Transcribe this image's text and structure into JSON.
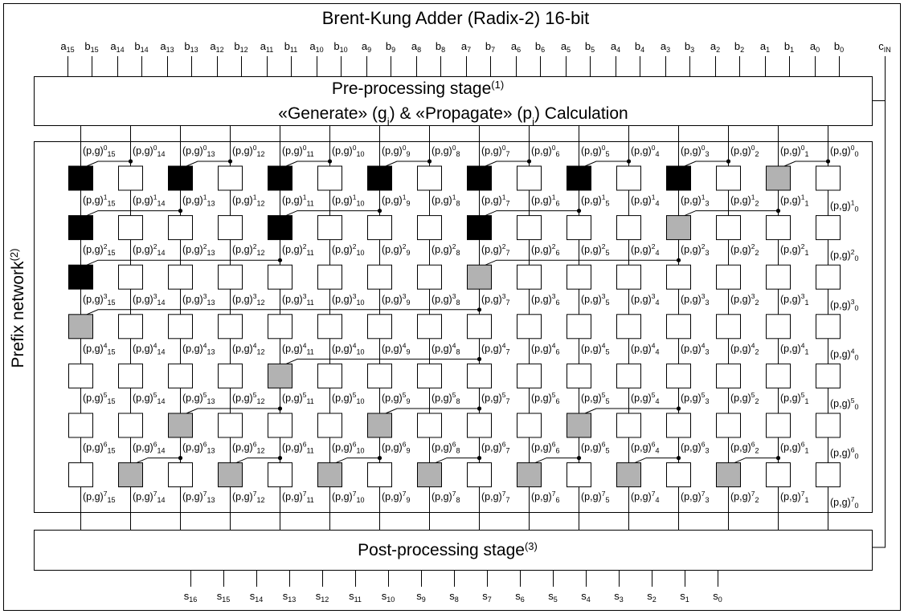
{
  "title": "Brent-Kung Adder (Radix-2) 16-bit",
  "inputs": {
    "a_prefix": "a",
    "b_prefix": "b",
    "bits": [
      "15",
      "14",
      "13",
      "12",
      "11",
      "10",
      "9",
      "8",
      "7",
      "6",
      "5",
      "4",
      "3",
      "2",
      "1",
      "0"
    ],
    "cin_main": "c",
    "cin_sub": "IN"
  },
  "preprocessing": {
    "line1_text": "Pre-processing stage",
    "line1_note": "(1)",
    "line2_a": "«Generate» (g",
    "line2_a_sub": "i",
    "line2_b": ") & «Propagate» (p",
    "line2_b_sub": "i",
    "line2_c": ") Calculation"
  },
  "prefix_network": {
    "label": "Prefix network",
    "note": "(2)",
    "signal_base": "(p,g)",
    "levels": [
      "0",
      "1",
      "2",
      "3",
      "4",
      "5",
      "6",
      "7"
    ],
    "columns": [
      "15",
      "14",
      "13",
      "12",
      "11",
      "10",
      "9",
      "8",
      "7",
      "6",
      "5",
      "4",
      "3",
      "2",
      "1",
      "0"
    ]
  },
  "postprocessing": {
    "text": "Post-processing stage",
    "note": "(3)"
  },
  "outputs": {
    "prefix": "s",
    "bits": [
      "16",
      "15",
      "14",
      "13",
      "12",
      "11",
      "10",
      "9",
      "8",
      "7",
      "6",
      "5",
      "4",
      "3",
      "2",
      "1",
      "0"
    ]
  },
  "legend_colors": {
    "black_cell": "#000000",
    "gray_cell": "#b2b2b2",
    "white_cell": "#ffffff"
  },
  "cells": [
    {
      "row": 1,
      "col": 15,
      "type": "black"
    },
    {
      "row": 1,
      "col": 13,
      "type": "black"
    },
    {
      "row": 1,
      "col": 11,
      "type": "black"
    },
    {
      "row": 1,
      "col": 9,
      "type": "black"
    },
    {
      "row": 1,
      "col": 7,
      "type": "black"
    },
    {
      "row": 1,
      "col": 5,
      "type": "black"
    },
    {
      "row": 1,
      "col": 3,
      "type": "black"
    },
    {
      "row": 1,
      "col": 1,
      "type": "gray"
    },
    {
      "row": 2,
      "col": 15,
      "type": "black"
    },
    {
      "row": 2,
      "col": 11,
      "type": "black"
    },
    {
      "row": 2,
      "col": 7,
      "type": "black"
    },
    {
      "row": 2,
      "col": 3,
      "type": "gray"
    },
    {
      "row": 3,
      "col": 15,
      "type": "black"
    },
    {
      "row": 3,
      "col": 7,
      "type": "gray"
    },
    {
      "row": 4,
      "col": 15,
      "type": "gray"
    },
    {
      "row": 5,
      "col": 11,
      "type": "gray"
    },
    {
      "row": 6,
      "col": 13,
      "type": "gray"
    },
    {
      "row": 6,
      "col": 9,
      "type": "gray"
    },
    {
      "row": 6,
      "col": 5,
      "type": "gray"
    },
    {
      "row": 7,
      "col": 14,
      "type": "gray"
    },
    {
      "row": 7,
      "col": 12,
      "type": "gray"
    },
    {
      "row": 7,
      "col": 10,
      "type": "gray"
    },
    {
      "row": 7,
      "col": 8,
      "type": "gray"
    },
    {
      "row": 7,
      "col": 6,
      "type": "gray"
    },
    {
      "row": 7,
      "col": 4,
      "type": "gray"
    },
    {
      "row": 7,
      "col": 2,
      "type": "gray"
    }
  ],
  "connections": [
    {
      "row": 1,
      "from": 14,
      "to": 15
    },
    {
      "row": 1,
      "from": 12,
      "to": 13
    },
    {
      "row": 1,
      "from": 10,
      "to": 11
    },
    {
      "row": 1,
      "from": 8,
      "to": 9
    },
    {
      "row": 1,
      "from": 6,
      "to": 7
    },
    {
      "row": 1,
      "from": 4,
      "to": 5
    },
    {
      "row": 1,
      "from": 2,
      "to": 3
    },
    {
      "row": 1,
      "from": 0,
      "to": 1
    },
    {
      "row": 2,
      "from": 13,
      "to": 15
    },
    {
      "row": 2,
      "from": 9,
      "to": 11
    },
    {
      "row": 2,
      "from": 5,
      "to": 7
    },
    {
      "row": 2,
      "from": 1,
      "to": 3
    },
    {
      "row": 3,
      "from": 11,
      "to": 15
    },
    {
      "row": 3,
      "from": 3,
      "to": 7
    },
    {
      "row": 4,
      "from": 7,
      "to": 15
    },
    {
      "row": 5,
      "from": 7,
      "to": 11
    },
    {
      "row": 6,
      "from": 11,
      "to": 13
    },
    {
      "row": 6,
      "from": 7,
      "to": 9
    },
    {
      "row": 6,
      "from": 3,
      "to": 5
    },
    {
      "row": 7,
      "from": 13,
      "to": 14
    },
    {
      "row": 7,
      "from": 11,
      "to": 12
    },
    {
      "row": 7,
      "from": 9,
      "to": 10
    },
    {
      "row": 7,
      "from": 7,
      "to": 8
    },
    {
      "row": 7,
      "from": 5,
      "to": 6
    },
    {
      "row": 7,
      "from": 3,
      "to": 4
    },
    {
      "row": 7,
      "from": 1,
      "to": 2
    }
  ]
}
